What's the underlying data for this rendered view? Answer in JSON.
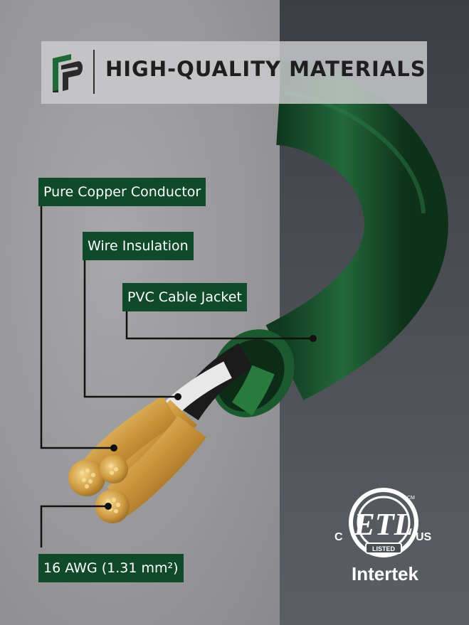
{
  "header": {
    "title": "HIGH-QUALITY MATERIALS",
    "logo_icon": "brand-logo-icon"
  },
  "callouts": {
    "copper": "Pure Copper Conductor",
    "insulation": "Wire Insulation",
    "jacket": "PVC Cable Jacket",
    "gauge": "16 AWG (1.31 mm²)"
  },
  "certification": {
    "mark_text": "ETL",
    "left_text": "C",
    "right_text": "US",
    "ring_text": "LISTED",
    "small_text": "CM",
    "brand": "Intertek"
  },
  "colors": {
    "label_bg": "#0f4a2a",
    "cable_green": "#1d5a30",
    "copper": "#d0a24a"
  }
}
